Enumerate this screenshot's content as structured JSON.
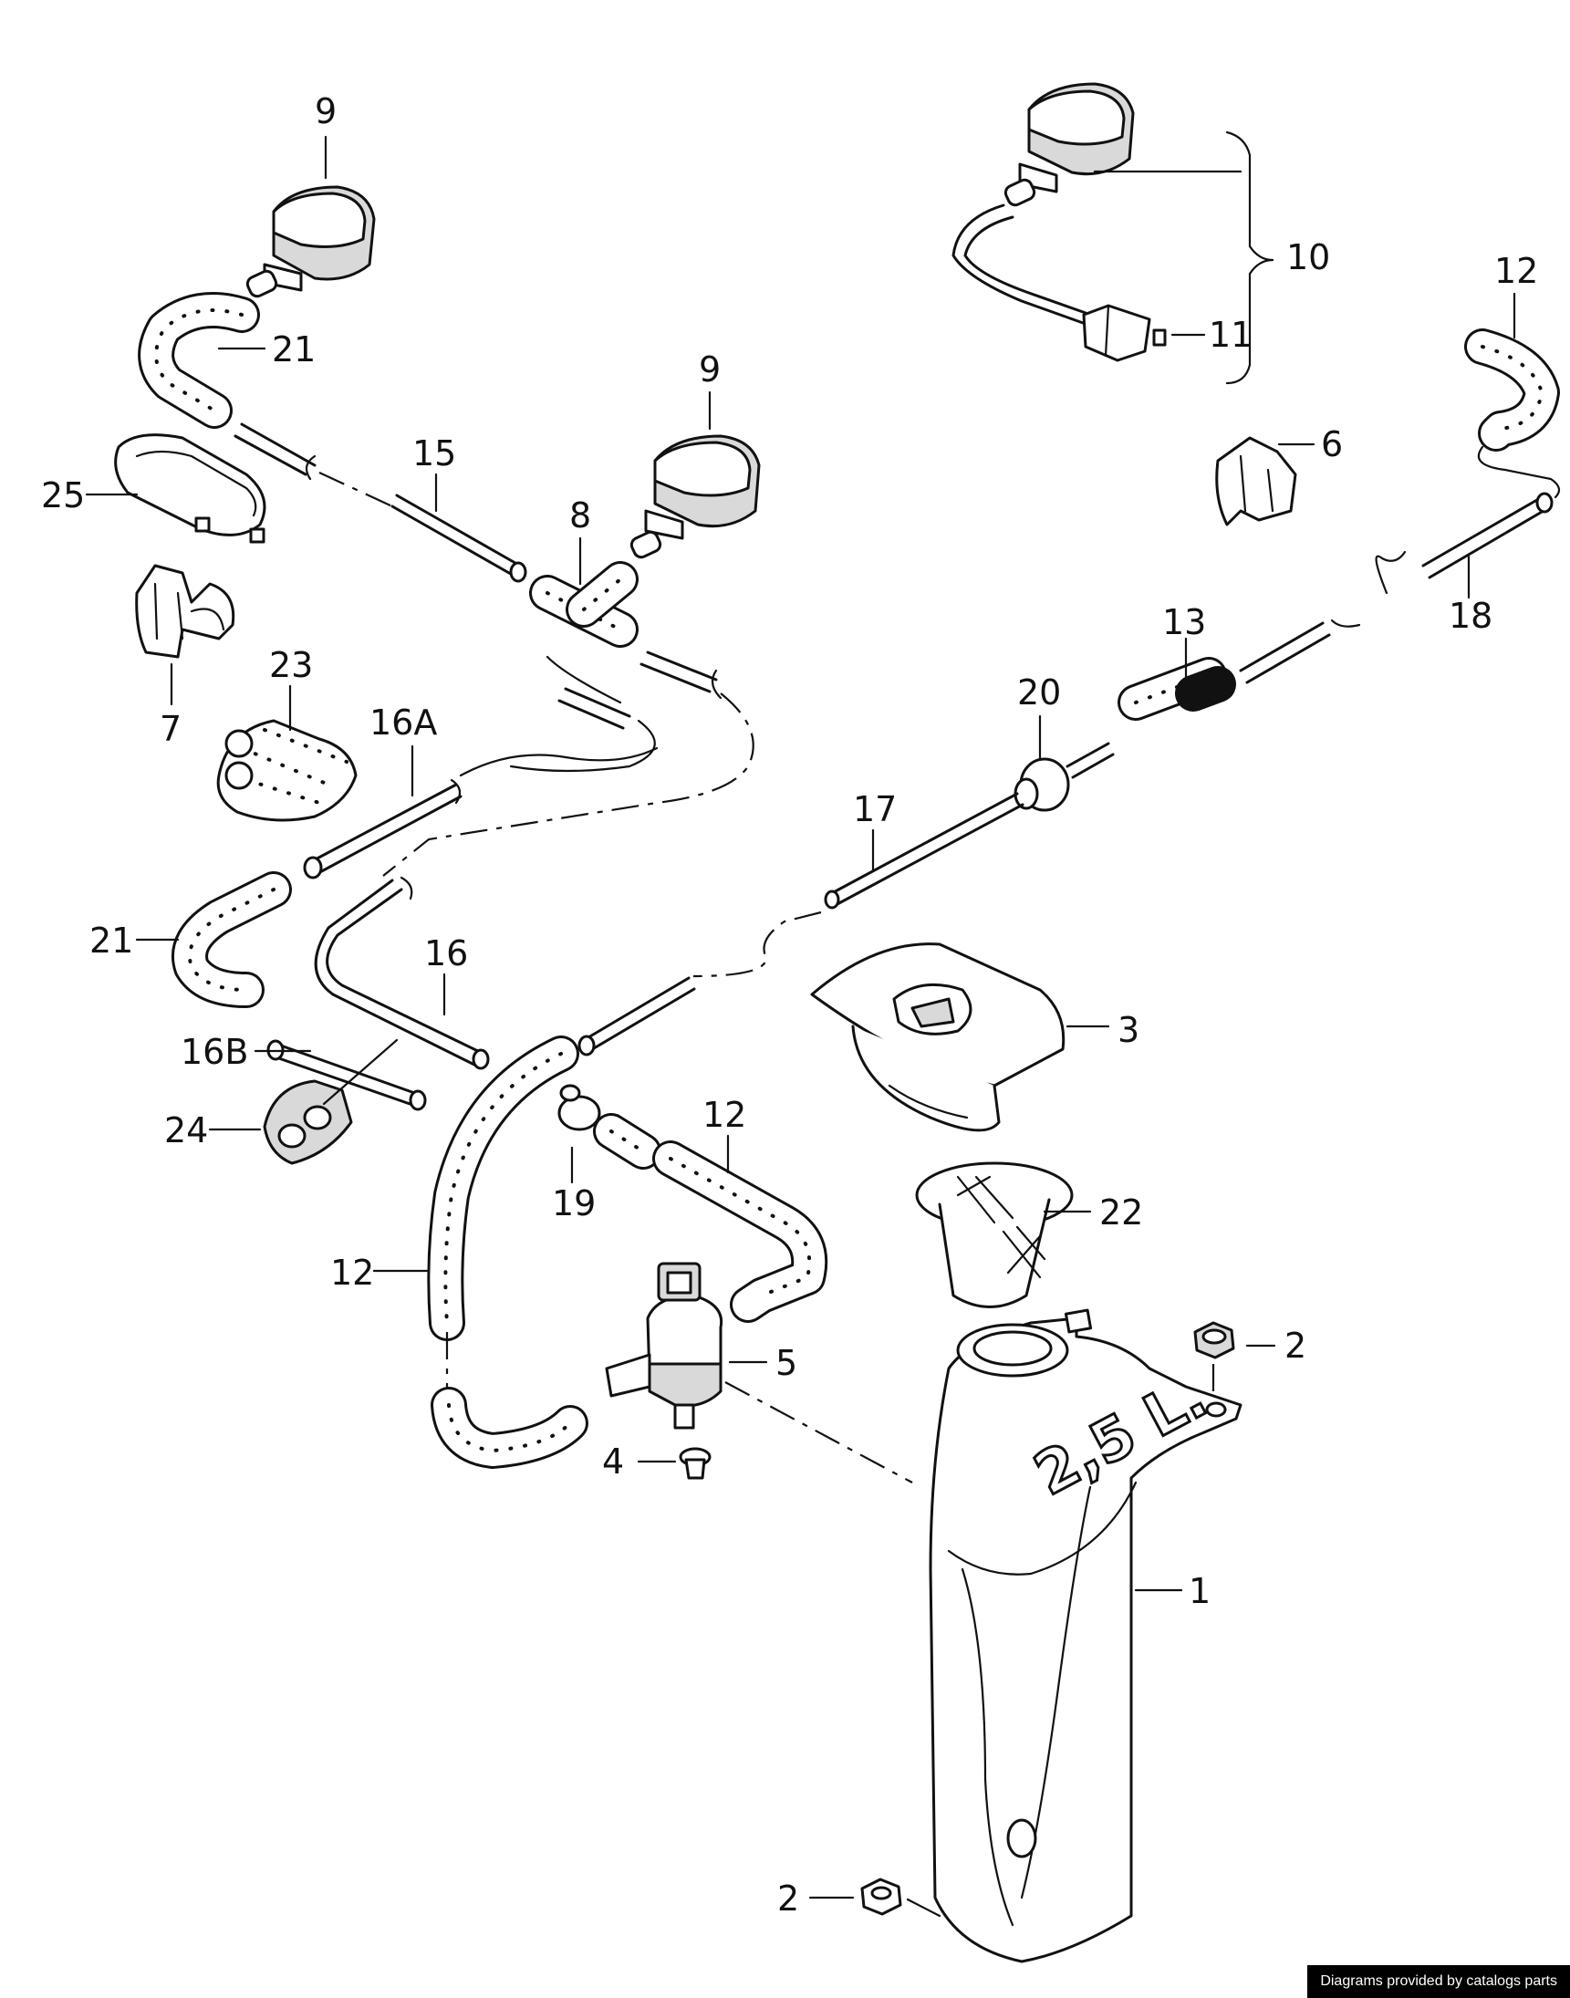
{
  "callouts": {
    "c9a": "9",
    "c9b": "9",
    "c10": "10",
    "c11": "11",
    "c12a": "12",
    "c12b": "12",
    "c12c": "12",
    "c21a": "21",
    "c21b": "21",
    "c15": "15",
    "c8": "8",
    "c25": "25",
    "c6": "6",
    "c18": "18",
    "c13": "13",
    "c7": "7",
    "c23": "23",
    "c16a": "16A",
    "c20": "20",
    "c17": "17",
    "c16": "16",
    "c3": "3",
    "c16b": "16B",
    "c24": "24",
    "c19": "19",
    "c22": "22",
    "c2a": "2",
    "c2b": "2",
    "c5": "5",
    "c4": "4",
    "c1": "1"
  },
  "tank_label": "2,5 L.",
  "credit": "Diagrams provided by catalogs parts"
}
